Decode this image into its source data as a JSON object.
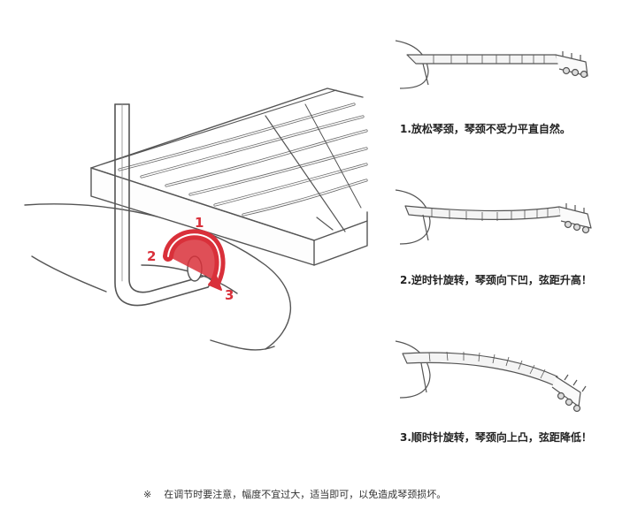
{
  "steps": [
    {
      "label": "1.放松琴颈，琴颈不受力平直自然。"
    },
    {
      "label": "2.逆时针旋转，琴颈向下凹，弦距升高！"
    },
    {
      "label": "3.顺时针旋转，琴颈向上凸，弦距降低！"
    }
  ],
  "rotation_numbers": [
    "1",
    "2",
    "3"
  ],
  "note": {
    "mark": "※",
    "text": "在调节时要注意，幅度不宜过大，适当即可，以免造成琴颈损坏。"
  },
  "colors": {
    "accent": "#d9303a",
    "line": "#555555",
    "neck_fill": "#f4f4f4"
  }
}
